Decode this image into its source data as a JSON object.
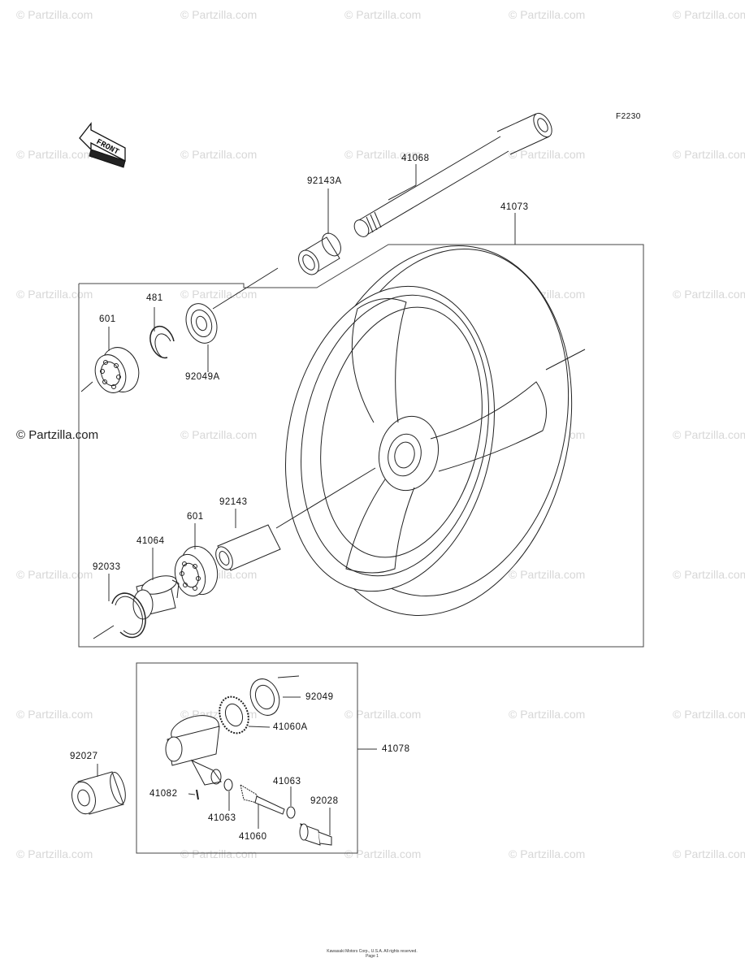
{
  "figure_code": "F2230",
  "front_label": "FRONT",
  "watermark": "© Partzilla.com",
  "watermark_prominent": "© Partzilla.com",
  "parts": {
    "p41068": "41068",
    "p92143A": "92143A",
    "p41073": "41073",
    "p481": "481",
    "p601_top": "601",
    "p92049A": "92049A",
    "p92143": "92143",
    "p601_bottom": "601",
    "p41064": "41064",
    "p92033": "92033",
    "p92049": "92049",
    "p41060A": "41060A",
    "p41078": "41078",
    "p92027": "92027",
    "p41082": "41082",
    "p41063_right": "41063",
    "p41063_left": "41063",
    "p92028": "92028",
    "p41060": "41060"
  },
  "footer": {
    "line1": "Kawasaki Motors Corp., U.S.A. All rights reserved.",
    "line2": "Page 1"
  }
}
